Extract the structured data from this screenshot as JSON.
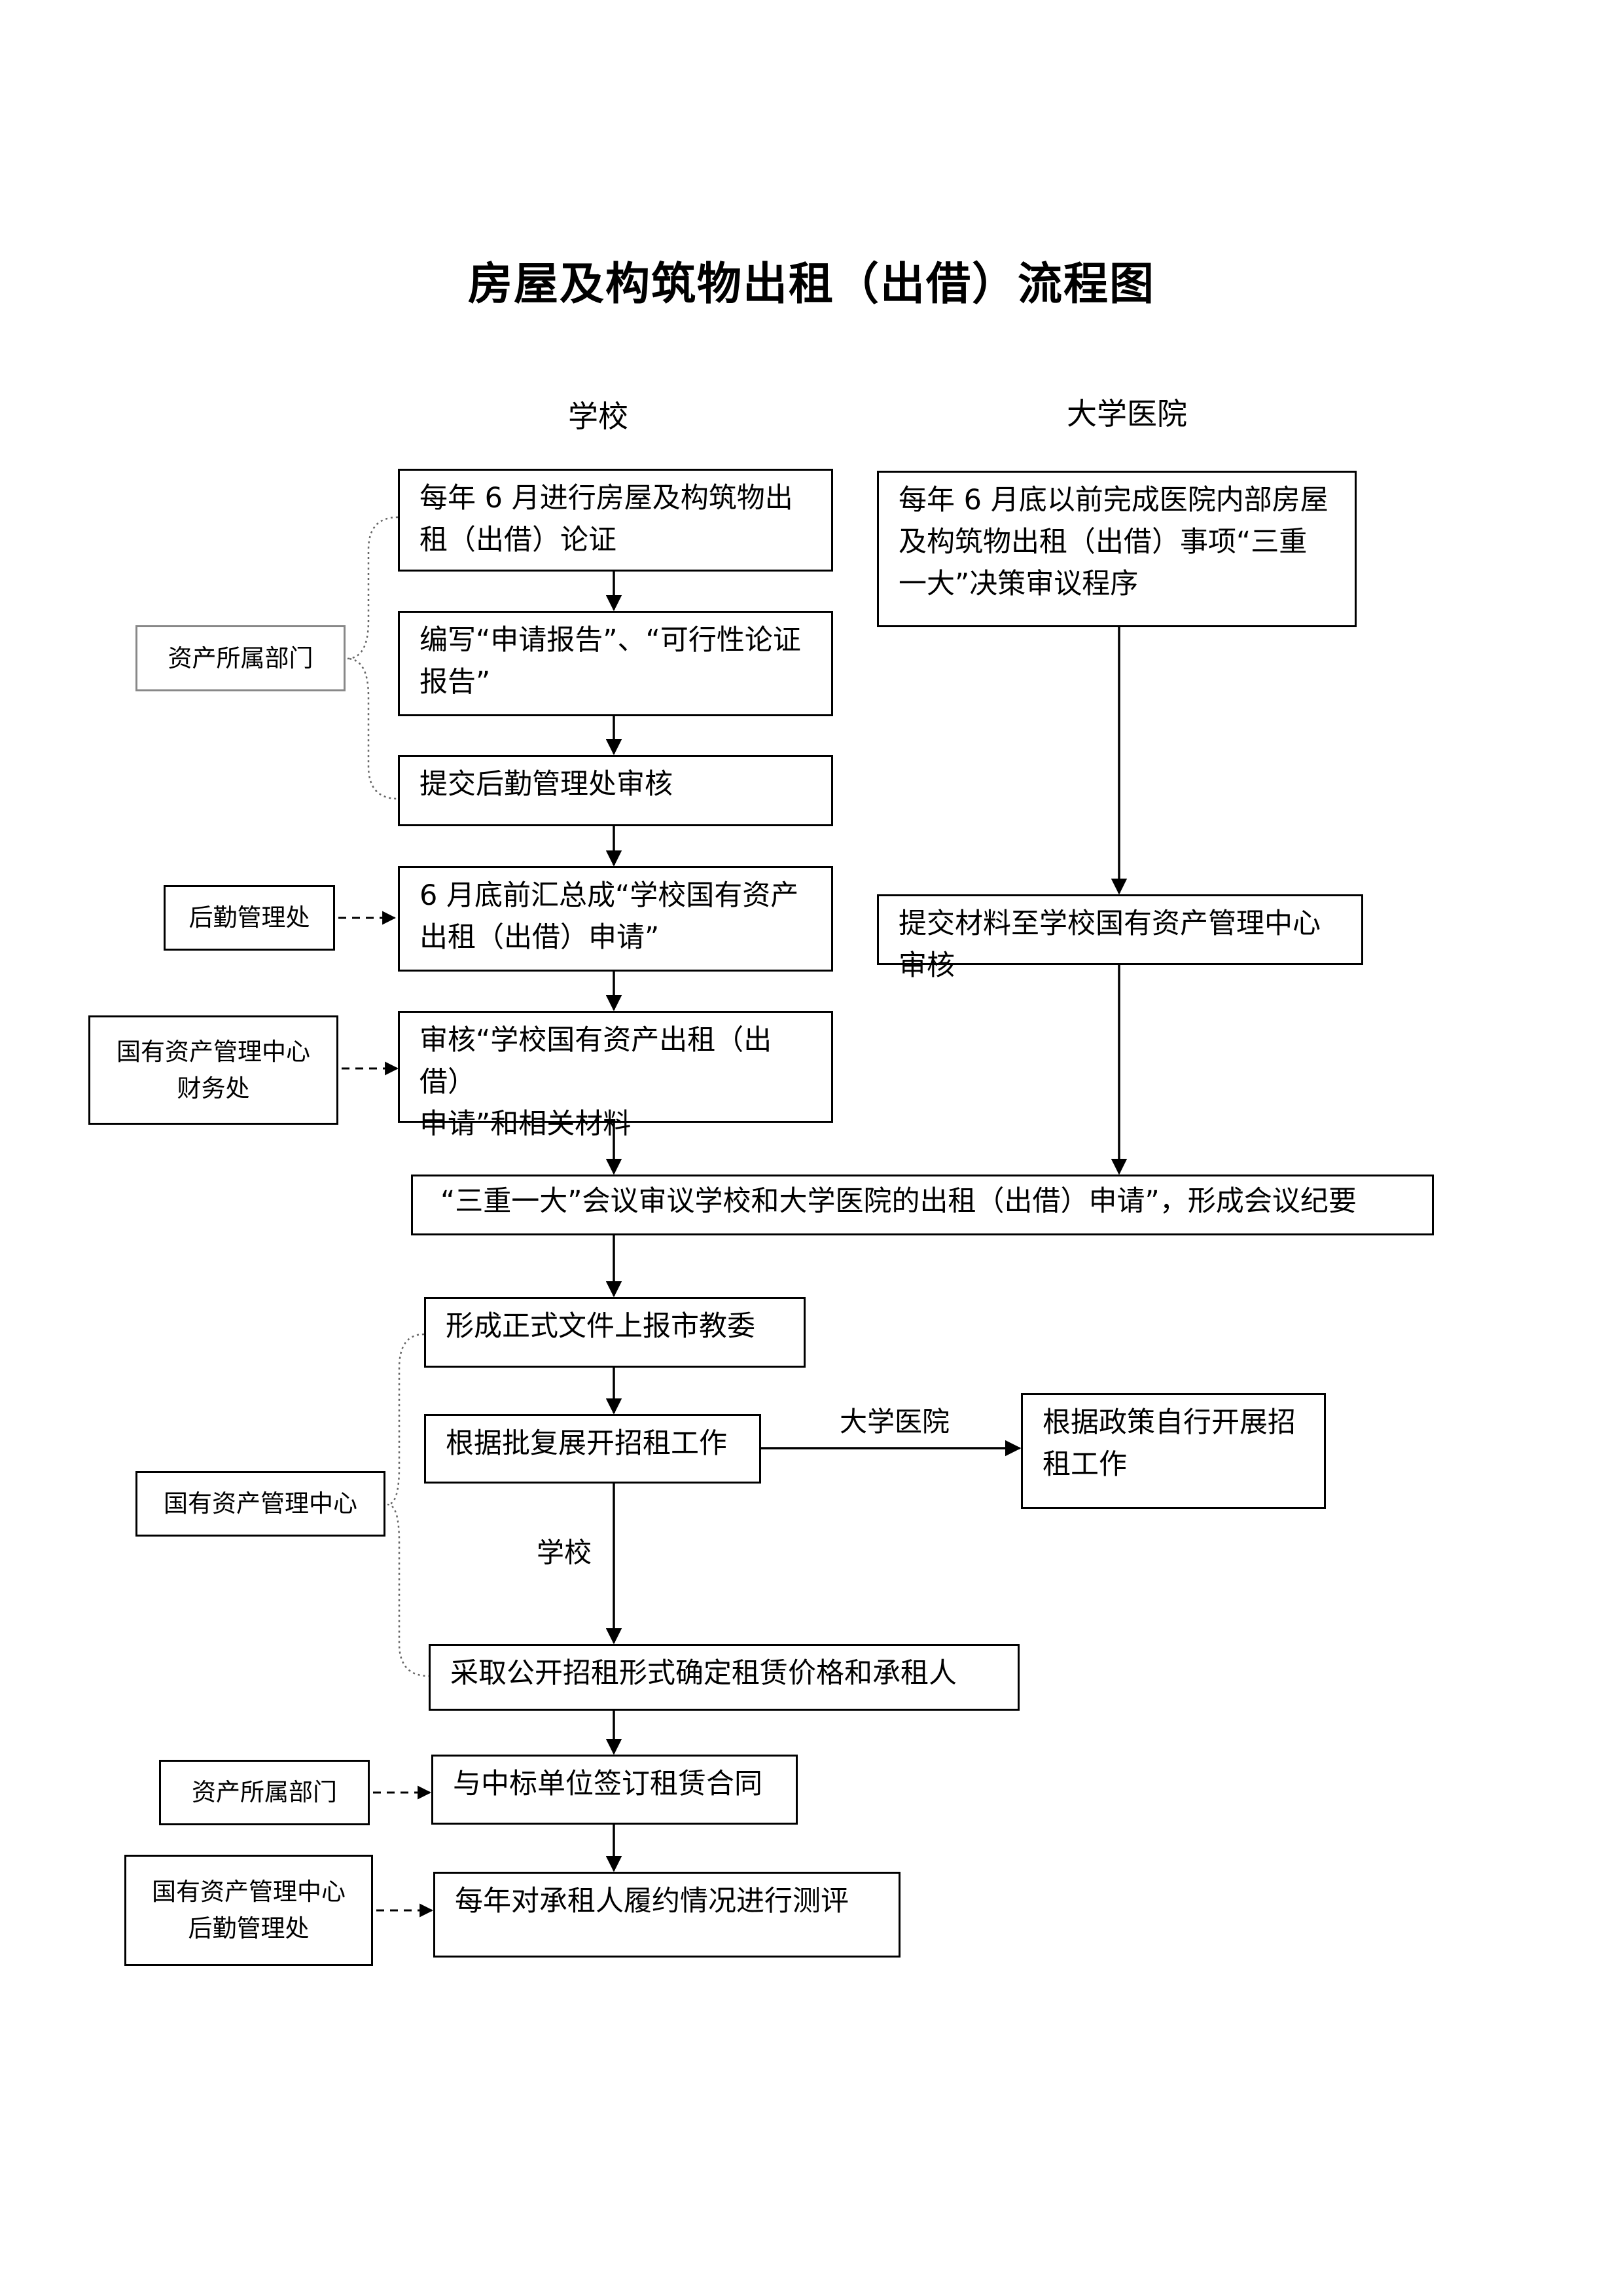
{
  "title": "房屋及构筑物出租（出借）流程图",
  "column_headers": {
    "school": "学校",
    "hospital": "大学医院"
  },
  "school_steps": {
    "s1": [
      "每年 6 月进行房屋及构筑物出",
      "租（出借）论证"
    ],
    "s2": [
      "编写“申请报告”、“可行性论证",
      "报告”"
    ],
    "s3": "提交后勤管理处审核",
    "s4": [
      "6 月底前汇总成“学校国有资产",
      "出租（出借）申请”"
    ],
    "s5": [
      "审核“学校国有资产出租（出借）",
      "申请”和相关材料"
    ]
  },
  "hospital_steps": {
    "h1": [
      "每年 6 月底以前完成医院内部房屋",
      "及构筑物出租（出借）事项“三重",
      "一大”决策审议程序"
    ],
    "h2": "提交材料至学校国有资产管理中心审核"
  },
  "meeting": "“三重一大”会议审议学校和大学医院的出租（出借）申请”，形成会议纪要",
  "later_steps": {
    "file": "形成正式文件上报市教委",
    "tender": "根据批复展开招租工作",
    "hospital_branch": [
      "根据政策自行开展招",
      "租工作"
    ],
    "public_tender": "采取公开招租形式确定租赁价格和承租人",
    "contract": "与中标单位签订租赁合同",
    "evaluation": "每年对承租人履约情况进行测评"
  },
  "branch_labels": {
    "hospital": "大学医院",
    "school": "学校"
  },
  "responsible": {
    "r1": [
      "资产所属部门"
    ],
    "r2": [
      "后勤管理处"
    ],
    "r3": [
      "国有资产管理中心",
      "财务处"
    ],
    "r4": [
      "国有资产管理中心"
    ],
    "r5": [
      "资产所属部门"
    ],
    "r6": [
      "国有资产管理中心",
      "后勤管理处"
    ]
  }
}
